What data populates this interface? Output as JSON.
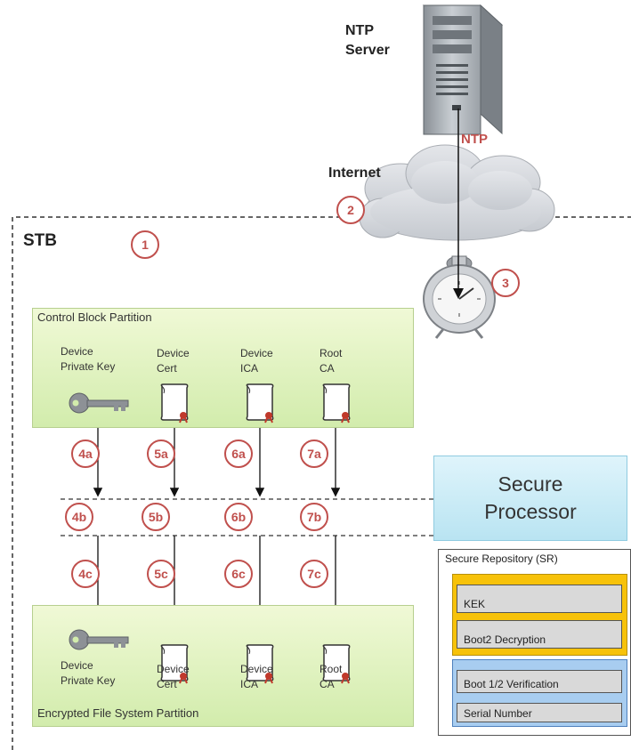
{
  "ntp_server": {
    "line1": "NTP",
    "line2": "Server"
  },
  "protocol_label": "NTP",
  "internet_label": "Internet",
  "stb_label": "STB",
  "control_block_partition": {
    "title": "Control Block Partition",
    "items": [
      {
        "line1": "Device",
        "line2": "Private Key"
      },
      {
        "line1": "Device",
        "line2": "Cert"
      },
      {
        "line1": "Device",
        "line2": "ICA"
      },
      {
        "line1": "Root",
        "line2": "CA"
      }
    ]
  },
  "encrypted_fs_partition": {
    "title": "Encrypted File System Partition",
    "items": [
      {
        "line1": "Device",
        "line2": "Private Key"
      },
      {
        "line1": "Device",
        "line2": "Cert"
      },
      {
        "line1": "Device",
        "line2": "ICA"
      },
      {
        "line1": "Root",
        "line2": "CA"
      }
    ]
  },
  "secure_processor": {
    "line1": "Secure",
    "line2": "Processor"
  },
  "secure_repository": {
    "title": "Secure Repository (SR)",
    "items": [
      "KEK",
      "Boot2 Decryption",
      "Boot 1/2 Verification",
      "Serial Number"
    ]
  },
  "steps": [
    "1",
    "2",
    "3",
    "4a",
    "5a",
    "6a",
    "7a",
    "4b",
    "5b",
    "6b",
    "7b",
    "4c",
    "5c",
    "6c",
    "7c"
  ],
  "colors": {
    "step_marker": "#c0504d",
    "partition": "#d2ecac",
    "secure_processor": "#b9e4f2",
    "sr_yellow": "#f7c20a",
    "sr_blue": "#a8cdf0"
  }
}
